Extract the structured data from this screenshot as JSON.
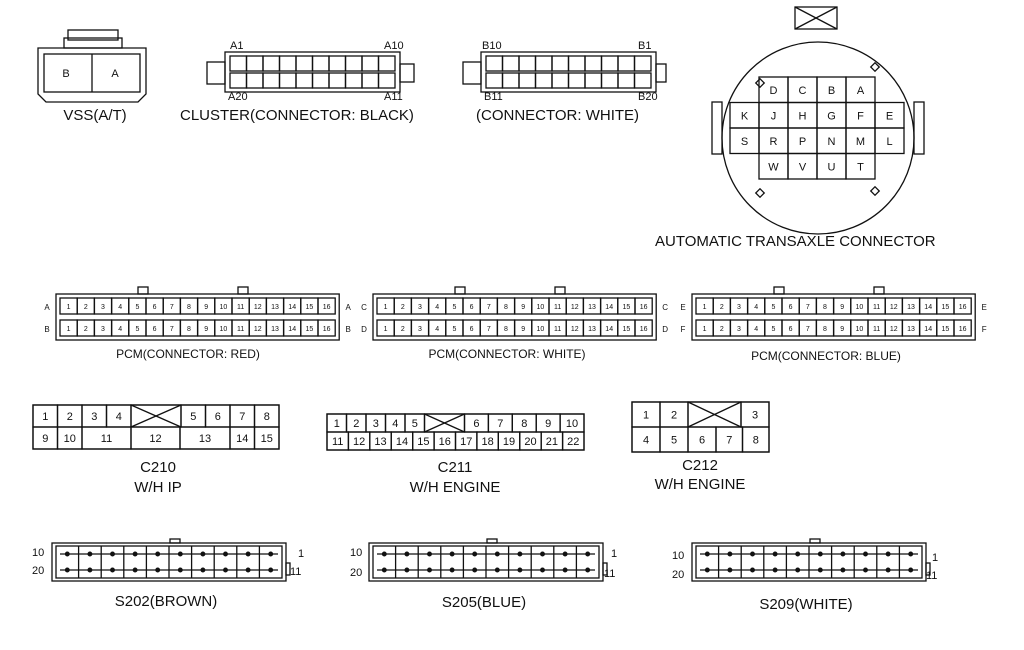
{
  "vss": {
    "title": "VSS(A/T)",
    "pins": [
      "B",
      "A"
    ]
  },
  "cluster": {
    "black_title": "CLUSTER(CONNECTOR: BLACK)",
    "white_title": "(CONNECTOR: WHITE)",
    "black_labels": {
      "top_left": "A1",
      "top_right": "A10",
      "bottom_left": "A20",
      "bottom_right": "A11"
    },
    "white_labels": {
      "top_left": "B10",
      "top_right": "B1",
      "bottom_left": "B11",
      "bottom_right": "B20"
    }
  },
  "transaxle": {
    "title": "AUTOMATIC TRANSAXLE CONNECTOR",
    "rows": [
      [
        "",
        "D",
        "C",
        "B",
        "A",
        ""
      ],
      [
        "K",
        "J",
        "H",
        "G",
        "F",
        "E"
      ],
      [
        "S",
        "R",
        "P",
        "N",
        "M",
        "L"
      ],
      [
        "",
        "W",
        "V",
        "U",
        "T",
        ""
      ]
    ]
  },
  "pcm": [
    {
      "title": "PCM(CONNECTOR: RED)",
      "row_letters": [
        "A",
        "B"
      ],
      "pins": [
        "1",
        "2",
        "3",
        "4",
        "5",
        "6",
        "7",
        "8",
        "9",
        "10",
        "11",
        "12",
        "13",
        "14",
        "15",
        "16"
      ]
    },
    {
      "title": "PCM(CONNECTOR: WHITE)",
      "row_letters": [
        "C",
        "D"
      ],
      "pins": [
        "1",
        "2",
        "3",
        "4",
        "5",
        "6",
        "7",
        "8",
        "9",
        "10",
        "11",
        "12",
        "13",
        "14",
        "15",
        "16"
      ]
    },
    {
      "title": "PCM(CONNECTOR: BLUE)",
      "row_letters": [
        "E",
        "F"
      ],
      "pins": [
        "1",
        "2",
        "3",
        "4",
        "5",
        "6",
        "7",
        "8",
        "9",
        "10",
        "11",
        "12",
        "13",
        "14",
        "15",
        "16"
      ]
    }
  ],
  "c210": {
    "name": "C210",
    "location": "W/H IP",
    "top_left": [
      "1",
      "2",
      "3",
      "4"
    ],
    "top_right": [
      "5",
      "6",
      "7",
      "8"
    ],
    "bottom": [
      "9",
      "10",
      "11",
      "12",
      "13",
      "14",
      "15"
    ]
  },
  "c211": {
    "name": "C211",
    "location": "W/H ENGINE",
    "top_left": [
      "1",
      "2",
      "3",
      "4",
      "5"
    ],
    "top_right": [
      "6",
      "7",
      "8",
      "9",
      "10"
    ],
    "bottom": [
      "11",
      "12",
      "13",
      "14",
      "15",
      "16",
      "17",
      "18",
      "19",
      "20",
      "21",
      "22"
    ]
  },
  "c212": {
    "name": "C212",
    "location": "W/H ENGINE",
    "top_left": [
      "1",
      "2"
    ],
    "top_right": [
      "3"
    ],
    "bottom": [
      "4",
      "5",
      "6",
      "7",
      "8"
    ]
  },
  "splices": [
    {
      "title": "S202(BROWN)",
      "labels": [
        "10",
        "20",
        "1",
        "11"
      ]
    },
    {
      "title": "S205(BLUE)",
      "labels": [
        "10",
        "20",
        "1",
        "11"
      ]
    },
    {
      "title": "S209(WHITE)",
      "labels": [
        "10",
        "20",
        "1",
        "11"
      ]
    }
  ]
}
